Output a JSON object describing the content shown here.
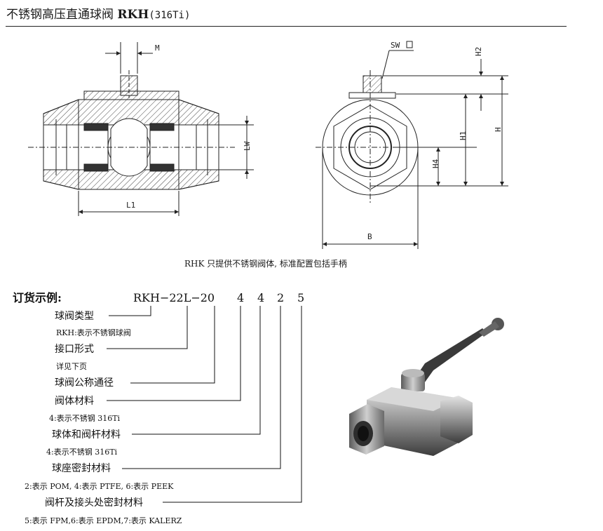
{
  "title": {
    "cn": "不锈钢高压直通球阀",
    "model": "RKH",
    "material": "(316Ti)"
  },
  "drawing_labels": {
    "M": "M",
    "LW": "LW",
    "L1": "L1",
    "SW": "SW",
    "H2": "H2",
    "H1": "H1",
    "H": "H",
    "H4": "H4",
    "B": "B"
  },
  "caption": "RHK 只提供不锈钢阀体, 标准配置包括手柄",
  "order": {
    "heading": "订货示例:",
    "code_prefix": "RKH−22L−20",
    "code_digits": [
      "4",
      "4",
      "2",
      "5"
    ],
    "fields": [
      {
        "name": "球阀类型",
        "desc": "RKH:表示不锈钢球阀"
      },
      {
        "name": "接口形式",
        "desc": "详见下页"
      },
      {
        "name": "球阀公称通径",
        "desc": ""
      },
      {
        "name": "阀体材料",
        "desc": "4:表示不锈钢 316Ti"
      },
      {
        "name": "球体和阀杆材料",
        "desc": "4:表示不锈钢 316Ti"
      },
      {
        "name": "球座密封材料",
        "desc": "2:表示 POM, 4:表示 PTFE, 6:表示 PEEK"
      },
      {
        "name": "阀杆及接头处密封材料",
        "desc": "5:表示 FPM,6:表示 EPDM,7:表示 KALERZ"
      }
    ]
  }
}
